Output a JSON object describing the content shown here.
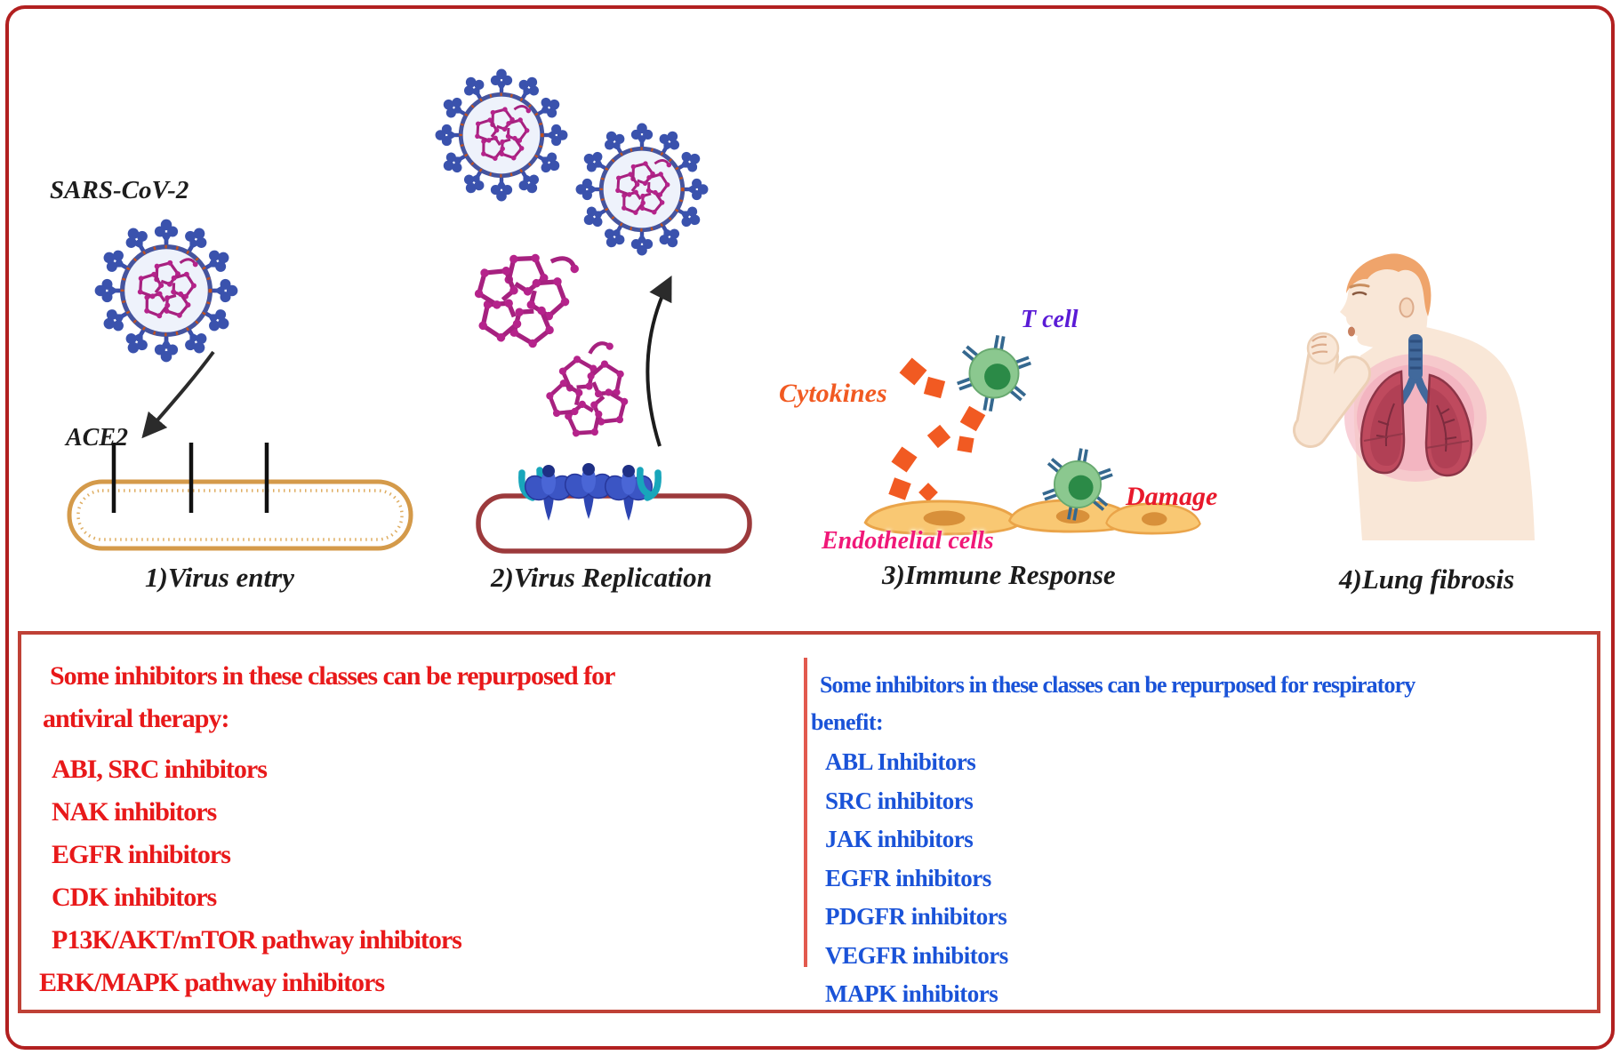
{
  "figure": {
    "stage1": {
      "virus_name": "SARS-CoV-2",
      "receptor": "ACE2",
      "caption": "1)Virus entry"
    },
    "stage2": {
      "caption": "2)Virus Replication"
    },
    "stage3": {
      "tcell": "T cell",
      "cytokines": "Cytokines",
      "damage": "Damage",
      "endothelial": "Endothelial cells",
      "caption": "3)Immune Response"
    },
    "stage4": {
      "caption": "4)Lung fibrosis"
    }
  },
  "antiviral_box": {
    "header_line1": "Some inhibitors in these classes can be repurposed for",
    "header_line2": "antiviral therapy:",
    "items": [
      "ABI, SRC inhibitors",
      "NAK inhibitors",
      "EGFR inhibitors",
      "CDK inhibitors",
      "P13K/AKT/mTOR pathway inhibitors",
      "ERK/MAPK pathway inhibitors"
    ],
    "text_color": "#e8191a"
  },
  "respiratory_box": {
    "header_line1": "Some inhibitors in these classes can be repurposed for respiratory",
    "header_line2": "benefit:",
    "items": [
      "ABL Inhibitors",
      "SRC inhibitors",
      "JAK inhibitors",
      "EGFR inhibitors",
      "PDGFR inhibitors",
      "VEGFR inhibitors",
      "MAPK inhibitors"
    ],
    "text_color": "#1a53d8"
  },
  "colors": {
    "outer_border": "#b22020",
    "inner_border": "#bf4136",
    "divider": "#e25a4e",
    "virus_blue": "#3a52ad",
    "rna_magenta": "#a6217f",
    "cell_gold": "#d49a4a",
    "membrane_maroon": "#9c3a3c",
    "receptor_blue": "#3b55c4",
    "coreceptor_teal": "#18a6bb",
    "tcell_green": "#2b8a47",
    "cytokine_orange": "#f15a22",
    "endothelial_fill": "#f9c873",
    "tcell_label": "#5a1bd6",
    "damage_label": "#e8192c",
    "endothelial_label": "#f01878",
    "lung_red": "#bf4a5e",
    "skin": "#f9e7d7",
    "hair_orange": "#efa46b"
  }
}
